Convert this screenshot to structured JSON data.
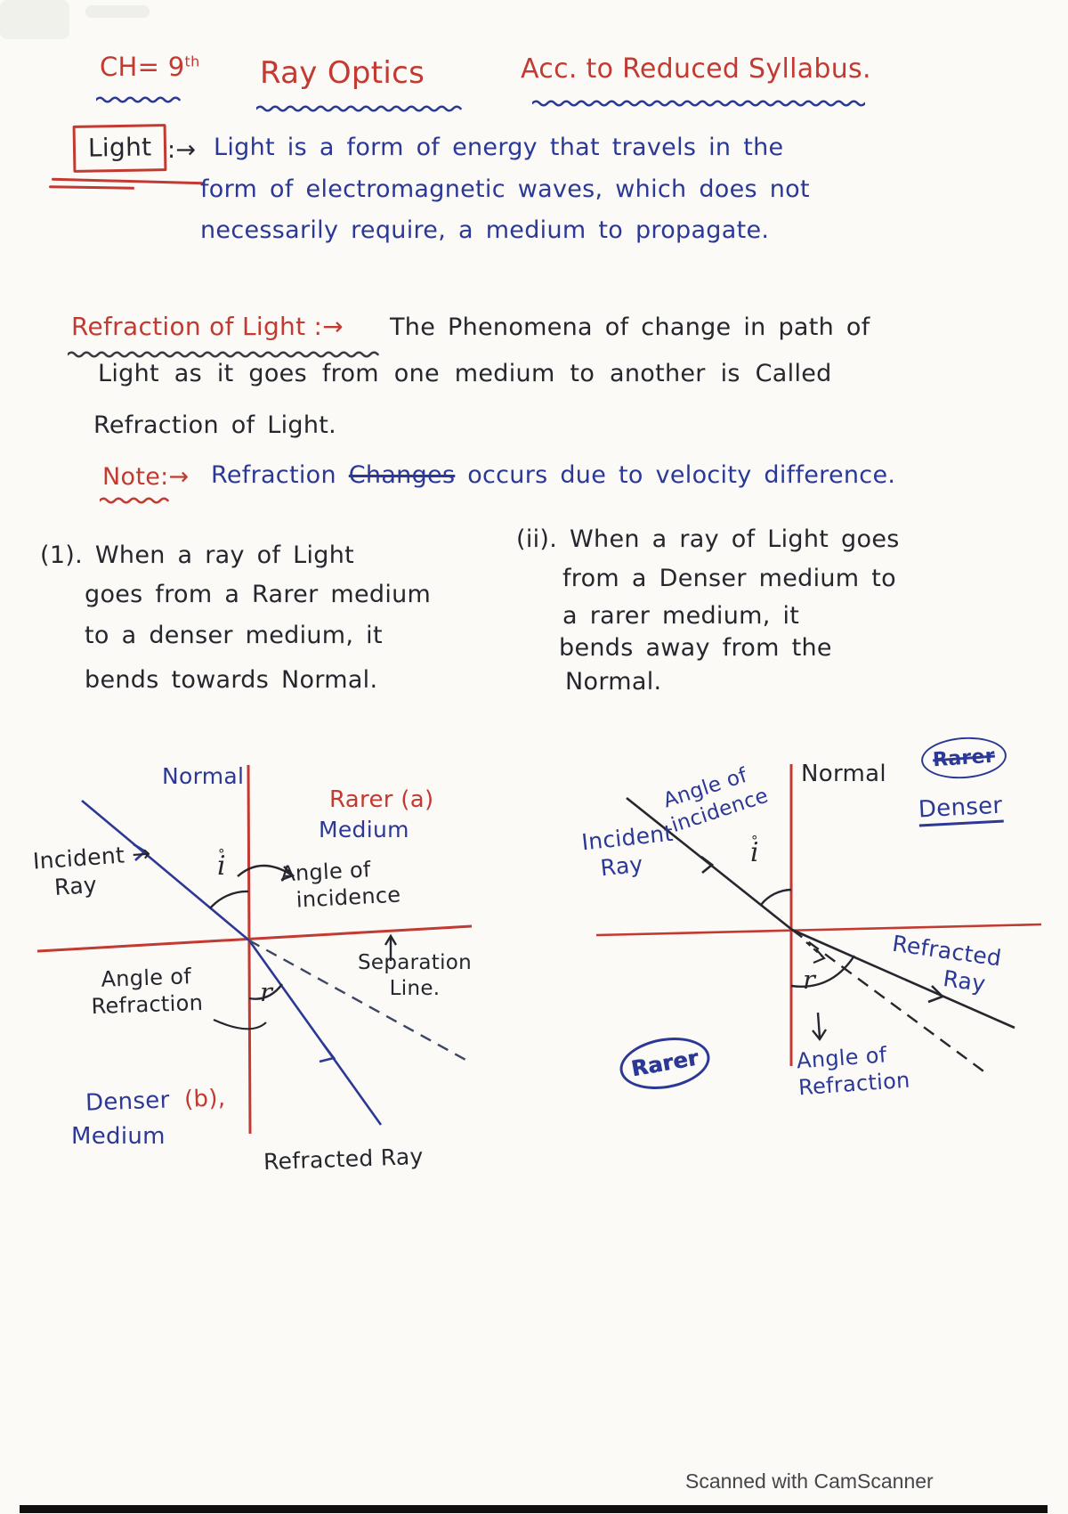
{
  "ink": {
    "red": "#c23a31",
    "blue": "#2b3896",
    "dark": "#26262e",
    "paper": "#fbfaf6"
  },
  "header": {
    "chapter_main": "CH= 9",
    "chapter_sup": "th",
    "title": "Ray Optics",
    "syllabus": "Acc. to Reduced Syllabus."
  },
  "light_def": {
    "term": "Light",
    "colon_arrow": ":→",
    "line1": "Light is a form of energy that travels in the",
    "line2": "form of electromagnetic waves, which does not",
    "line3": "necessarily require, a medium to propagate."
  },
  "refraction": {
    "heading": "Refraction of Light :→",
    "line1": "The Phenomena of change in path of",
    "line2": "Light as it goes from one medium to another is Called",
    "line3": "Refraction of Light."
  },
  "note": {
    "label": "Note:→",
    "text_pre": "Refraction ",
    "struck": "Changes",
    "text_post": " occurs due to velocity difference."
  },
  "case_rarer_to_denser": {
    "line1": "(1). When a ray of Light",
    "line2": "goes from a Rarer medium",
    "line3": "to a denser medium, it",
    "line4": "bends towards Normal."
  },
  "case_denser_to_rarer": {
    "line1": "(ii). When a ray of Light goes",
    "line2": "from a Denser medium to",
    "line3": "a rarer medium, it",
    "line4": "bends away from the",
    "line5": "Normal."
  },
  "diagram1": {
    "normal": "Normal",
    "medium_top_name": "Rarer (a)",
    "medium_top_word": "Medium",
    "incident_word": "Incident",
    "incident_arrow": "→",
    "incident_ray_word": "Ray",
    "i_degree": "°",
    "i_letter": "i",
    "angle_incidence_1": "Angle of",
    "angle_incidence_2": "incidence",
    "separation_1": "Separation",
    "separation_2": "Line.",
    "angle_refraction_1": "Angle of",
    "angle_refraction_2": "Refraction",
    "r_letter": "r",
    "medium_bottom_name": "Denser",
    "medium_bottom_tag": "(b),",
    "medium_bottom_word": "Medium",
    "refracted": "Refracted Ray"
  },
  "diagram2": {
    "normal": "Normal",
    "crossed_word": "Rarer",
    "corrected_word": "Denser",
    "incident_1": "Incident",
    "incident_2": "Ray",
    "angle_incidence_1": "Angle of",
    "angle_incidence_2": "incidence",
    "i_degree": "°",
    "i_letter": "i",
    "refracted_1": "Refracted",
    "refracted_2": "Ray",
    "r_letter": "r",
    "angle_refraction_1": "Angle of",
    "angle_refraction_2": "Refraction",
    "circled_word": "Rarer"
  },
  "footer": {
    "scanner": "Scanned with CamScanner"
  }
}
